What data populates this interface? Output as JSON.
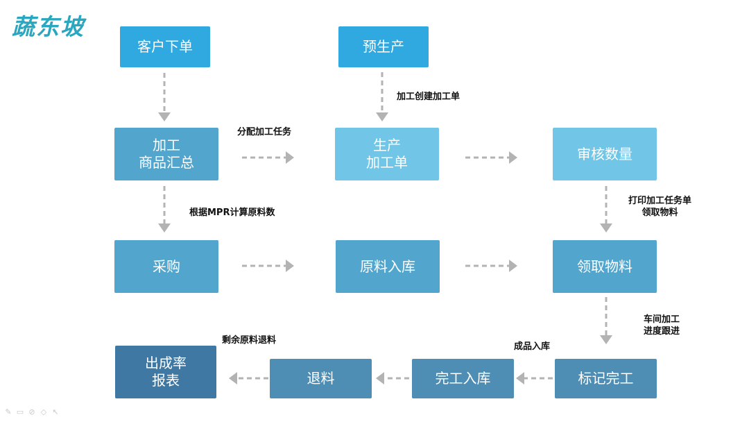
{
  "brand": {
    "logo_text": "蔬东坡"
  },
  "nodes": {
    "customer_order": "客户下单",
    "pre_production": "预生产",
    "summary_line1": "加工",
    "summary_line2": "商品汇总",
    "prod_order_line1": "生产",
    "prod_order_line2": "加工单",
    "review_qty": "审核数量",
    "purchase": "采购",
    "material_stock_in": "原料入库",
    "collect_materials": "领取物料",
    "report_line1": "出成率",
    "report_line2": "报表",
    "return_material": "退料",
    "finished_stock_in": "完工入库",
    "mark_complete": "标记完工"
  },
  "labels": {
    "create_order": "加工创建加工单",
    "assign_task": "分配加工任务",
    "calc_mpr": "根据MPR计算原料数",
    "print_line1": "打印加工任务单",
    "print_line2": "领取物料",
    "workshop_line1": "车间加工",
    "workshop_line2": "进度跟进",
    "product_in": "成品入库",
    "leftover_return": "剩余原料退料"
  },
  "colors": {
    "blue_bright": "#30a8e0",
    "blue_mid": "#52a6cd",
    "blue_light": "#71c6e8",
    "blue_steel": "#4e8eb4",
    "blue_dark": "#3f78a3",
    "arrow_gray": "#b3b3b3",
    "logo_teal": "#2aa7bf"
  },
  "toolbar_icons": [
    "pen-icon",
    "slides-icon",
    "eraser-icon",
    "highlighter-icon",
    "pointer-icon"
  ]
}
